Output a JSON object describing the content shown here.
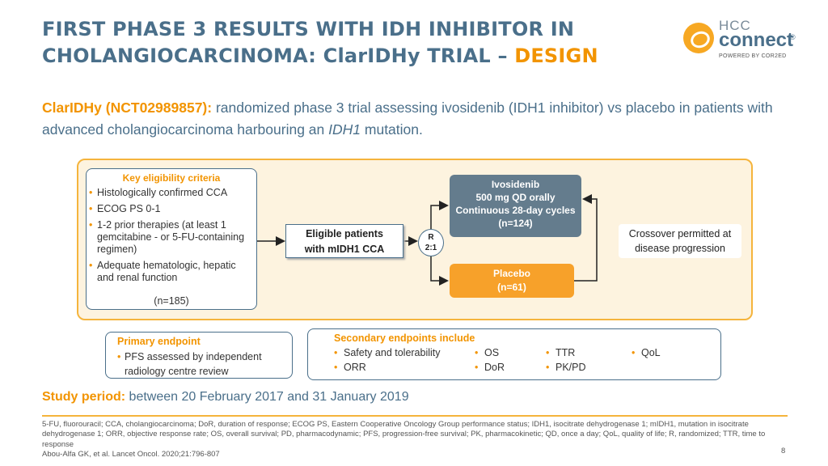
{
  "title": {
    "line1": "FIRST PHASE 3 RESULTS WITH IDH INHIBITOR IN",
    "line2": "CHOLANGIOCARCINOMA: ClarIDHy TRIAL – ",
    "accent": "DESIGN"
  },
  "logo": {
    "hcc": "HCC",
    "connect": "connect",
    "reg": "®",
    "powered": "POWERED BY COR2ED"
  },
  "intro": {
    "lead": "ClarIDHy (NCT02989857):",
    "text_a": " randomized phase 3 trial assessing ivosidenib (IDH1 inhibitor) vs placebo in patients with advanced cholangiocarcinoma harbouring an ",
    "gene": "IDH1",
    "text_b": " mutation."
  },
  "eligibility": {
    "title": "Key eligibility criteria",
    "items": [
      "Histologically confirmed CCA",
      "ECOG PS 0-1",
      "1-2 prior therapies (at least 1 gemcitabine - or 5-FU-containing regimen)",
      "Adequate hematologic, hepatic and renal function"
    ],
    "n": "(n=185)"
  },
  "eligible_patients": {
    "line1": "Eligible patients",
    "line2": "with mIDH1 CCA"
  },
  "randomization": {
    "line1": "R",
    "line2": "2:1"
  },
  "arms": {
    "ivosidenib": {
      "name": "Ivosidenib",
      "dose": "500 mg QD orally",
      "schedule": "Continuous 28-day cycles",
      "n": "(n=124)",
      "color": "#647c8d"
    },
    "placebo": {
      "name": "Placebo",
      "n": "(n=61)",
      "color": "#f7a12a"
    }
  },
  "crossover": {
    "line1": "Crossover permitted at",
    "line2": "disease progression"
  },
  "primary": {
    "title": "Primary endpoint",
    "item": "PFS assessed by independent radiology centre review"
  },
  "secondary": {
    "title": "Secondary endpoints include",
    "items": [
      "Safety and tolerability",
      "OS",
      "TTR",
      "QoL",
      "ORR",
      "DoR",
      "PK/PD"
    ]
  },
  "study_period": {
    "lead": "Study period:",
    "text": " between 20 February 2017 and 31 January 2019"
  },
  "footnote": {
    "abbrev": "5-FU, fluorouracil; CCA, cholangiocarcinoma; DoR, duration of response; ECOG PS, Eastern Cooperative Oncology Group performance status; IDH1, isocitrate dehydrogenase 1; mIDH1, mutation in isocitrate dehydrogenase 1; ORR, objective response rate; OS, overall survival; PD, pharmacodynamic; PFS, progression-free survival; PK, pharmacokinetic; QD, once a day; QoL, quality of life; R, randomized; TTR, time to response",
    "reference": "Abou-Alfa GK, et al. Lancet Oncol. 2020;21:796-807"
  },
  "page_number": "8",
  "colors": {
    "title_blue": "#4a6f8a",
    "accent_orange": "#f29400",
    "panel_fill": "#fdf3df",
    "panel_border": "#f5b43c"
  }
}
